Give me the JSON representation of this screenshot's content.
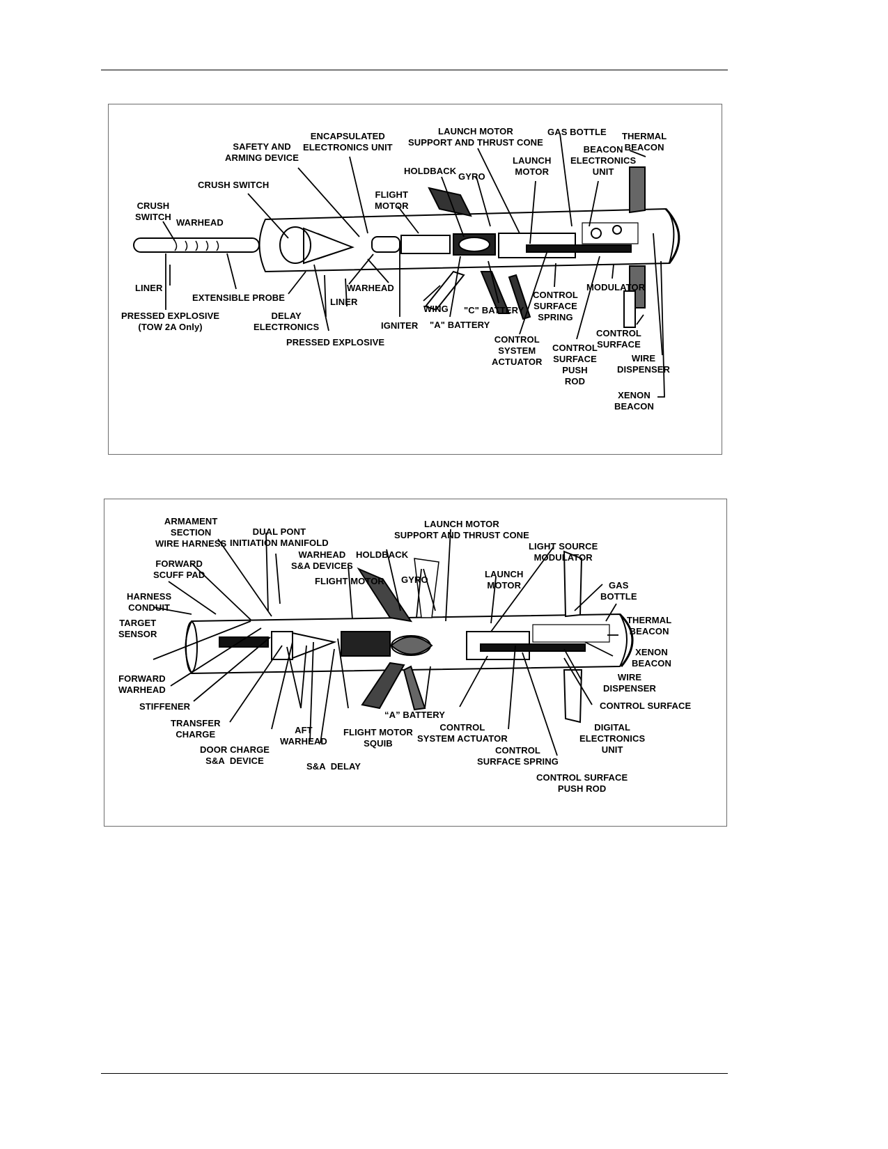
{
  "figure1": {
    "labels": {
      "crush_switch_tip": "CRUSH\nSWITCH",
      "warhead_fwd": "WARHEAD",
      "crush_switch": "CRUSH SWITCH",
      "safety_arming": "SAFETY AND\nARMING DEVICE",
      "encapsulated_electronics": "ENCAPSULATED\nELECTRONICS UNIT",
      "launch_motor_support": "LAUNCH MOTOR\nSUPPORT AND THRUST CONE",
      "gas_bottle": "GAS BOTTLE",
      "thermal_beacon": "THERMAL\nBEACON",
      "beacon_electronics": "BEACON\nELECTRONICS\nUNIT",
      "launch_motor": "LAUNCH\nMOTOR",
      "holdback": "HOLDBACK",
      "gyro": "GYRO",
      "flight_motor": "FLIGHT\nMOTOR",
      "liner_probe": "LINER",
      "extensible_probe": "EXTENSIBLE PROBE",
      "warhead_main": "WARHEAD",
      "liner_main": "LINER",
      "pressed_explosive_tow2a": "PRESSED EXPLOSIVE\n(TOW 2A Only)",
      "delay_electronics": "DELAY\nELECTRONICS",
      "pressed_explosive": "PRESSED EXPLOSIVE",
      "igniter": "IGNITER",
      "wing": "WING",
      "a_battery": "\"A\" BATTERY",
      "c_battery": "\"C\" BATTERY",
      "control_surface_spring": "CONTROL\nSURFACE\nSPRING",
      "modulator": "MODULATOR",
      "control_system_actuator": "CONTROL\nSYSTEM\nACTUATOR",
      "control_surface_push_rod": "CONTROL\nSURFACE\nPUSH\nROD",
      "control_surface": "CONTROL\nSURFACE",
      "wire_dispenser": "WIRE\nDISPENSER",
      "xenon_beacon": "XENON\nBEACON"
    }
  },
  "figure2": {
    "labels": {
      "armament_harness": "ARMAMENT\nSECTION\nWIRE HARNESS",
      "dual_point": "DUAL PONT\nINITIATION MANIFOLD",
      "launch_motor_support": "LAUNCH MOTOR\nSUPPORT AND THRUST CONE",
      "light_source_modulator": "LIGHT SOURCE\nMODULATOR",
      "forward_scuff_pad": "FORWARD\nSCUFF PAD",
      "warhead_sa_devices": "WARHEAD\nS&A DEVICES",
      "holdback": "HOLDBACK",
      "flight_motor": "FLIGHT MOTOR",
      "gyro": "GYRO",
      "launch_motor": "LAUNCH\nMOTOR",
      "gas_bottle": "GAS\nBOTTLE",
      "harness_conduit": "HARNESS\nCONDUIT",
      "target_sensor": "TARGET\nSENSOR",
      "thermal_beacon": "THERMAL\nBEACON",
      "xenon_beacon": "XENON\nBEACON",
      "forward_warhead": "FORWARD\nWARHEAD",
      "wire_dispenser": "WIRE\nDISPENSER",
      "stiffener": "STIFFENER",
      "control_surface": "CONTROL SURFACE",
      "a_battery": "“A” BATTERY",
      "transfer_charge": "TRANSFER\nCHARGE",
      "aft_warhead": "AFT\nWARHEAD",
      "flight_motor_squib": "FLIGHT MOTOR\nSQUIB",
      "control_system_actuator": "CONTROL\nSYSTEM ACTUATOR",
      "digital_electronics": "DIGITAL\nELECTRONICS\nUNIT",
      "door_charge": "DOOR CHARGE\nS&A  DEVICE",
      "control_surface_spring": "CONTROL\nSURFACE SPRING",
      "sa_delay": "S&A  DELAY",
      "control_surface_push_rod": "CONTROL SURFACE\nPUSH ROD"
    }
  }
}
